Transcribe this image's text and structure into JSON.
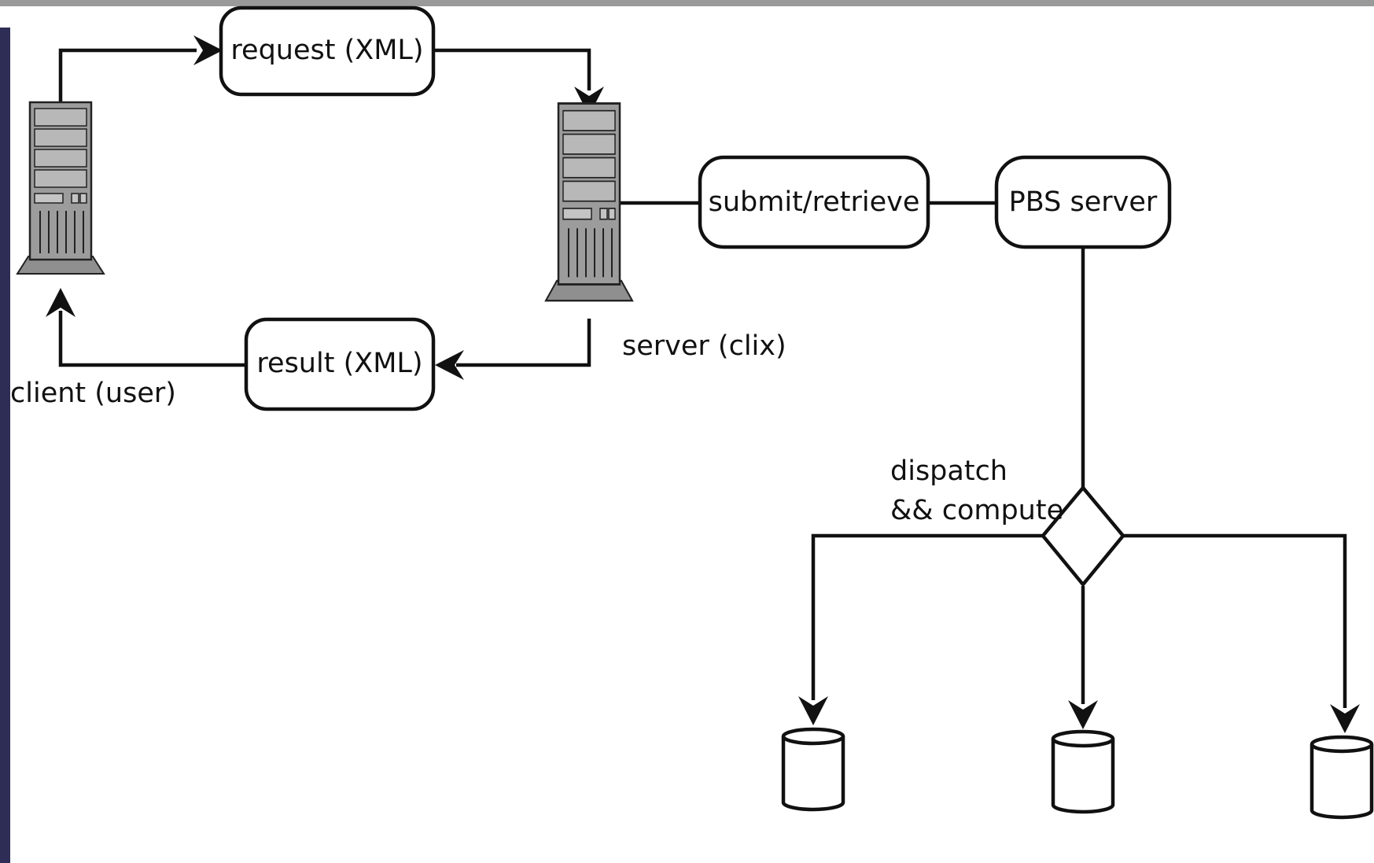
{
  "diagram": {
    "nodes": {
      "client": {
        "label": "client (user)",
        "icon": "server-tower-icon"
      },
      "server": {
        "label": "server (clix)",
        "icon": "server-tower-icon"
      },
      "request": {
        "label": "request (XML)"
      },
      "result": {
        "label": "result (XML)"
      },
      "submit": {
        "label": "submit/retrieve"
      },
      "pbs": {
        "label": "PBS server"
      },
      "dispatch": {
        "label_line1": "dispatch",
        "label_line2": "&& compute",
        "icon": "decision-diamond-icon"
      },
      "nodes": [
        {
          "icon": "database-cylinder-icon"
        },
        {
          "icon": "database-cylinder-icon"
        },
        {
          "icon": "database-cylinder-icon"
        }
      ]
    },
    "edges": [
      {
        "from": "client",
        "to": "request",
        "arrow": true
      },
      {
        "from": "request",
        "to": "server",
        "arrow": true
      },
      {
        "from": "server",
        "to": "result",
        "arrow": true
      },
      {
        "from": "result",
        "to": "client",
        "arrow": true
      },
      {
        "from": "server",
        "to": "submit",
        "arrow": false
      },
      {
        "from": "submit",
        "to": "pbs",
        "arrow": false
      },
      {
        "from": "pbs",
        "to": "dispatch",
        "arrow": false
      },
      {
        "from": "dispatch",
        "to": "node-1",
        "arrow": true
      },
      {
        "from": "dispatch",
        "to": "node-2",
        "arrow": true
      },
      {
        "from": "dispatch",
        "to": "node-3",
        "arrow": true
      }
    ]
  }
}
